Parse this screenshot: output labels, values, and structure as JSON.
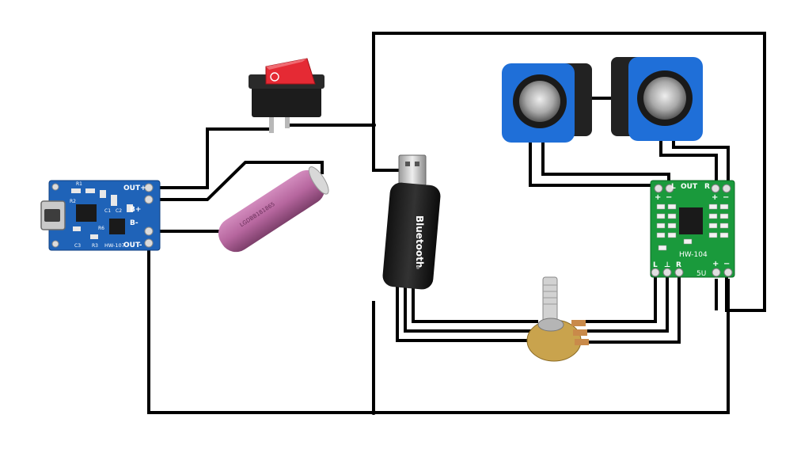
{
  "charger": {
    "pins": [
      "OUT+",
      "B+",
      "B-",
      "OUT-"
    ],
    "model": "HW-107",
    "parts": [
      "R1",
      "R2",
      "R3",
      "R6",
      "C1",
      "C2",
      "C3"
    ],
    "board_color": "#1f63b8"
  },
  "bluetooth": {
    "label": "Bluetooth"
  },
  "amplifier": {
    "model": "HW-104",
    "top_labels": {
      "left": "L",
      "out": "OUT",
      "right": "R"
    },
    "bottom_labels": {
      "left": "L",
      "mid": "⊥",
      "right": "R"
    },
    "power_label": "5U",
    "plus": "+",
    "minus": "−",
    "board_color": "#1a9a3c"
  },
  "battery": {
    "print": "LGDBB181865"
  },
  "colors": {
    "wire": "#000000",
    "speaker": "#1f6fd8",
    "switch": "#e52a34",
    "battery": "#b6669e",
    "pot": "#c9a34d"
  }
}
